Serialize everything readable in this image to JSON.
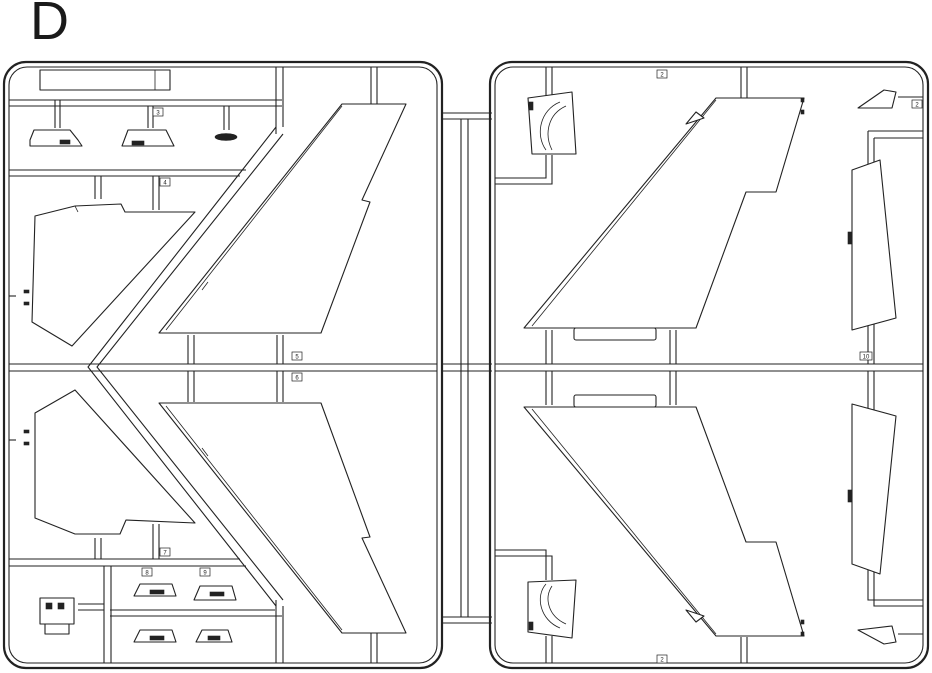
{
  "sprue": {
    "letter": "D"
  },
  "part_numbers": [
    {
      "id": "p2a",
      "label": "2"
    },
    {
      "id": "p2b",
      "label": "2"
    },
    {
      "id": "p2c",
      "label": "2"
    },
    {
      "id": "p3",
      "label": "3"
    },
    {
      "id": "p4",
      "label": "4"
    },
    {
      "id": "p5",
      "label": "5"
    },
    {
      "id": "p6",
      "label": "6"
    },
    {
      "id": "p7",
      "label": "7"
    },
    {
      "id": "p8",
      "label": "8"
    },
    {
      "id": "p9",
      "label": "9"
    },
    {
      "id": "p10",
      "label": "10"
    }
  ],
  "colors": {
    "line": "#222222",
    "background": "#ffffff"
  }
}
